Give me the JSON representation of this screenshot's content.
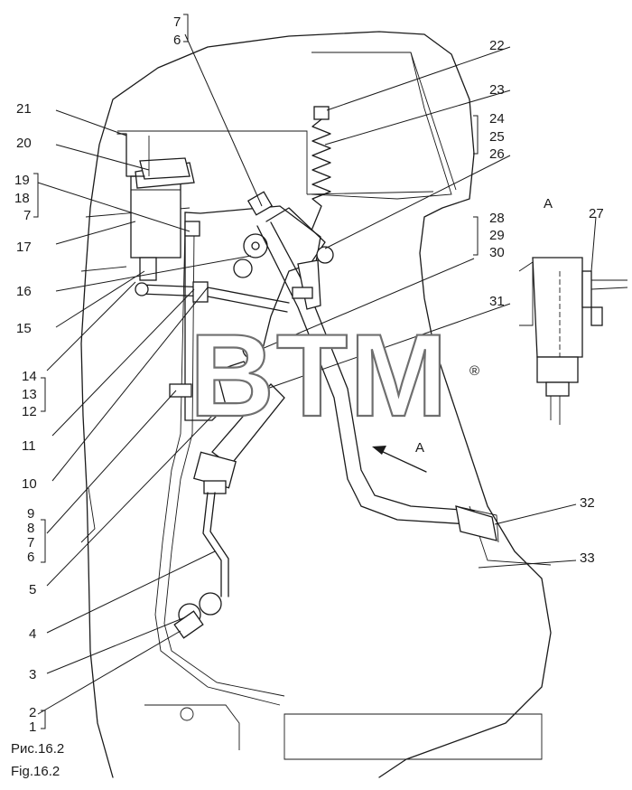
{
  "figure": {
    "caption_ru": "Рис.16.2",
    "caption_en": "Fig.16.2",
    "view_label": "A",
    "view_arrow_label": "A",
    "watermark": "BTM",
    "watermark_mark": "®"
  },
  "labels": {
    "l1": "1",
    "l2": "2",
    "l3": "3",
    "l4": "4",
    "l5": "5",
    "l6a": "6",
    "l7a": "7",
    "l8": "8",
    "l9": "9",
    "l10": "10",
    "l11": "11",
    "l12": "12",
    "l13": "13",
    "l14": "14",
    "l15": "15",
    "l16": "16",
    "l17": "17",
    "l7b": "7",
    "l18": "18",
    "l19": "19",
    "l20": "20",
    "l21": "21",
    "l7c": "7",
    "l6c": "6",
    "l22": "22",
    "l23": "23",
    "l24": "24",
    "l25": "25",
    "l26": "26",
    "l27": "27",
    "l28": "28",
    "l29": "29",
    "l30": "30",
    "l31": "31",
    "l32": "32",
    "l33": "33"
  }
}
